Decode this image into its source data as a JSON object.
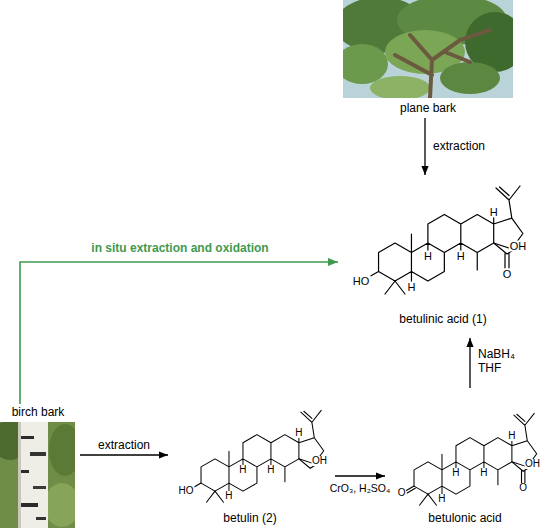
{
  "diagram": {
    "nodes": [
      {
        "text": [
          "plane bark"
        ]
      },
      {
        "text": [
          "betulinic acid (1)",
          "OH",
          "O",
          "HO",
          "H",
          "H",
          "H",
          "H"
        ]
      },
      {
        "text": [
          "birch bark"
        ]
      },
      {
        "text": [
          "betulin (2)",
          "OH",
          "HO",
          "H",
          "H",
          "H",
          "H"
        ]
      },
      {
        "text": [
          "betulonic acid",
          "OH",
          "O",
          "O",
          "H",
          "H",
          "H",
          "H"
        ]
      }
    ],
    "edges": [
      {
        "from": 0,
        "to": 1,
        "arrow": "to",
        "label": "extraction"
      },
      {
        "from": 2,
        "to": 1,
        "arrow": "to",
        "label": "in situ extraction and oxidation"
      },
      {
        "from": 2,
        "to": 3,
        "arrow": "to",
        "label": "extraction"
      },
      {
        "from": 3,
        "to": 4,
        "arrow": "to",
        "label": "CrO₃, H₂SO₄"
      },
      {
        "from": 4,
        "to": 1,
        "arrow": "to",
        "label": "NaBH₄ THF"
      }
    ]
  }
}
